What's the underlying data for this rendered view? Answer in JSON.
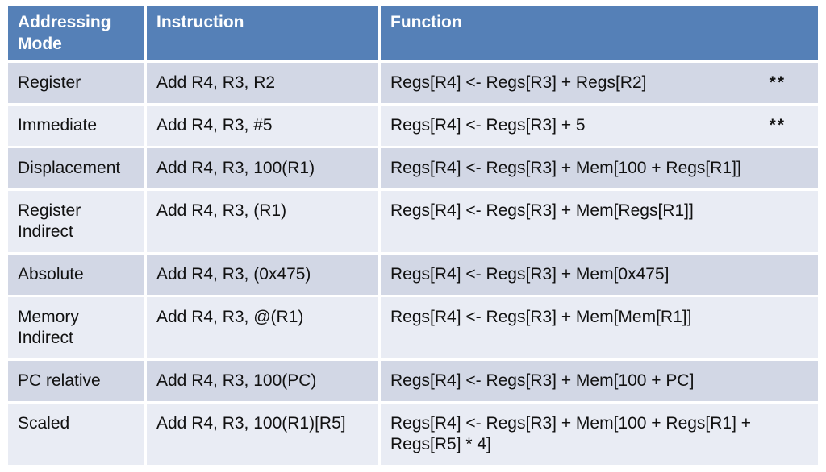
{
  "table": {
    "columns": [
      {
        "label": "Addressing Mode"
      },
      {
        "label": "Instruction"
      },
      {
        "label": "Function"
      }
    ],
    "rows": [
      {
        "mode": "Register",
        "instruction": "Add R4, R3, R2",
        "function": "Regs[R4] <- Regs[R3] + Regs[R2]",
        "note": "**"
      },
      {
        "mode": "Immediate",
        "instruction": "Add R4, R3, #5",
        "function": "Regs[R4] <- Regs[R3] + 5",
        "note": "**"
      },
      {
        "mode": "Displacement",
        "instruction": "Add R4, R3, 100(R1)",
        "function": "Regs[R4] <- Regs[R3] + Mem[100 + Regs[R1]]",
        "note": ""
      },
      {
        "mode": "Register Indirect",
        "instruction": "Add R4, R3, (R1)",
        "function": "Regs[R4] <- Regs[R3] + Mem[Regs[R1]]",
        "note": ""
      },
      {
        "mode": "Absolute",
        "instruction": "Add R4, R3, (0x475)",
        "function": "Regs[R4] <- Regs[R3] + Mem[0x475]",
        "note": ""
      },
      {
        "mode": "Memory Indirect",
        "instruction": "Add R4, R3, @(R1)",
        "function": "Regs[R4] <- Regs[R3] + Mem[Mem[R1]]",
        "note": ""
      },
      {
        "mode": "PC relative",
        "instruction": "Add R4, R3, 100(PC)",
        "function": "Regs[R4] <- Regs[R3] + Mem[100 + PC]",
        "note": ""
      },
      {
        "mode": "Scaled",
        "instruction": "Add R4, R3, 100(R1)[R5]",
        "function": "Regs[R4] <- Regs[R3] + Mem[100 + Regs[R1] + Regs[R5] * 4]",
        "note": ""
      }
    ],
    "colors": {
      "header_bg": "#5580b7",
      "header_text": "#ffffff",
      "band_dark": "#d2d7e5",
      "band_light": "#e9ecf4",
      "body_text": "#111111",
      "gap": "#ffffff"
    }
  }
}
